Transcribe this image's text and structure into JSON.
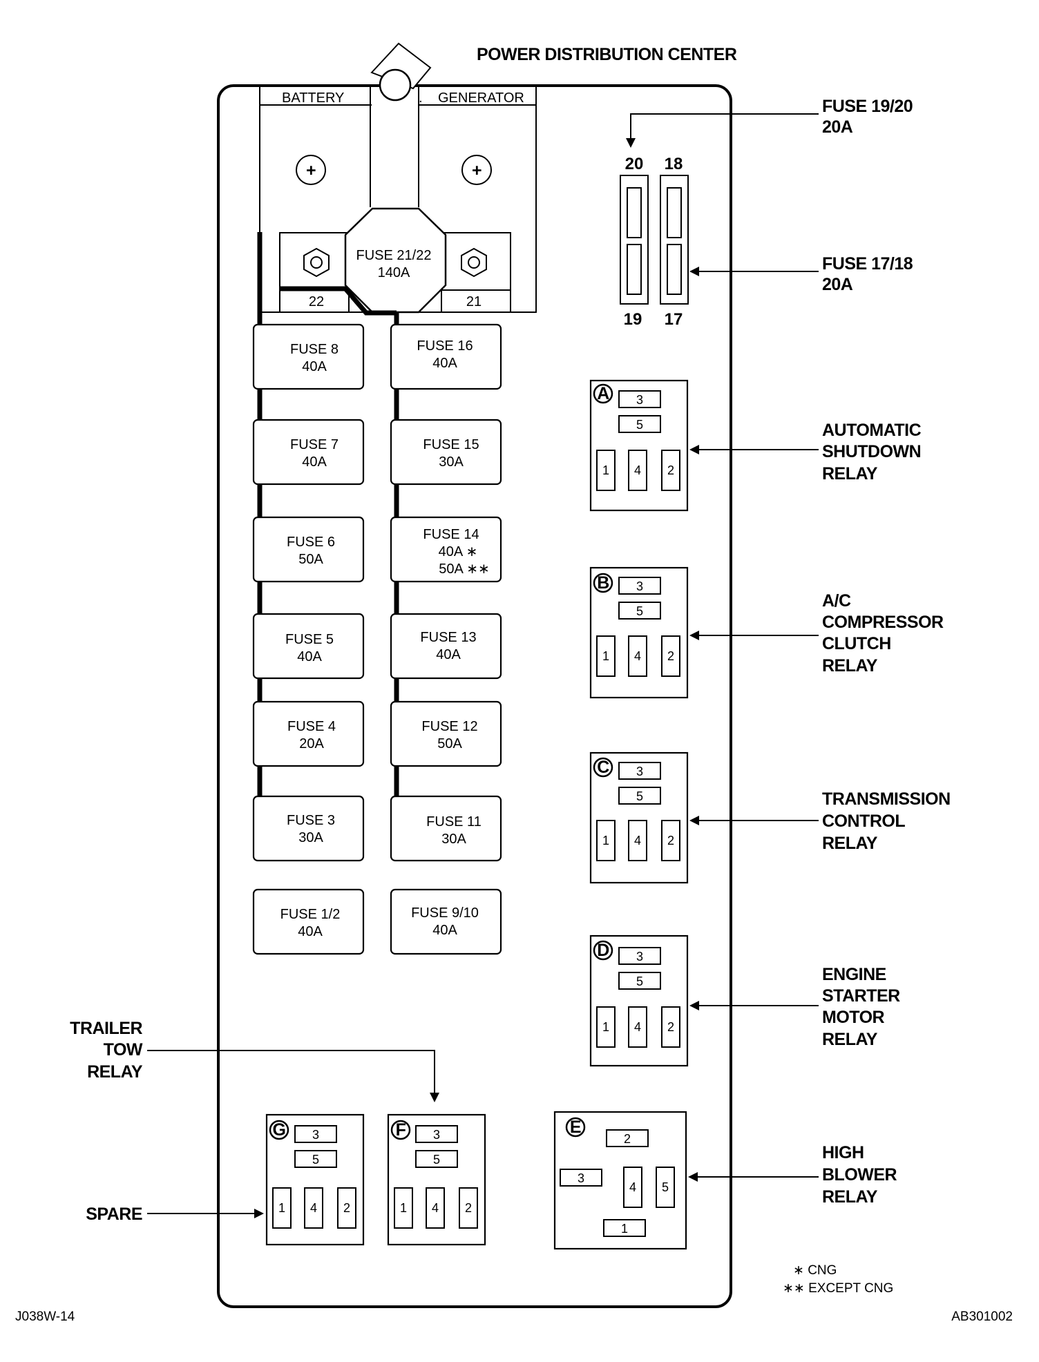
{
  "title": "POWER DISTRIBUTION CENTER",
  "battery_label": "BATTERY",
  "generator_label": "GENERATOR",
  "plus_symbol": "+",
  "main_fuse": {
    "name": "FUSE 21/22",
    "rating": "140A",
    "left_terminal": "22",
    "right_terminal": "21"
  },
  "fuses": [
    {
      "name": "FUSE 8",
      "rating": "40A"
    },
    {
      "name": "FUSE 7",
      "rating": "40A"
    },
    {
      "name": "FUSE 6",
      "rating": "50A"
    },
    {
      "name": "FUSE 5",
      "rating": "40A"
    },
    {
      "name": "FUSE 4",
      "rating": "20A"
    },
    {
      "name": "FUSE 3",
      "rating": "30A"
    },
    {
      "name": "FUSE 1/2",
      "rating": "40A"
    },
    {
      "name": "FUSE 16",
      "rating": "40A"
    },
    {
      "name": "FUSE 15",
      "rating": "30A"
    },
    {
      "name": "FUSE 14",
      "rating": "40A ∗",
      "rating2": "50A ∗∗"
    },
    {
      "name": "FUSE 13",
      "rating": "40A"
    },
    {
      "name": "FUSE 12",
      "rating": "50A"
    },
    {
      "name": "FUSE 11",
      "rating": "30A"
    },
    {
      "name": "FUSE 9/10",
      "rating": "40A"
    }
  ],
  "mini_fuse_numbers": {
    "top_left": "20",
    "top_right": "18",
    "bottom_left": "19",
    "bottom_right": "17"
  },
  "relay_pins": {
    "p1": "1",
    "p2": "2",
    "p3": "3",
    "p4": "4",
    "p5": "5"
  },
  "relays": [
    {
      "letter": "A"
    },
    {
      "letter": "B"
    },
    {
      "letter": "C"
    },
    {
      "letter": "D"
    },
    {
      "letter": "G"
    },
    {
      "letter": "F"
    },
    {
      "letter": "E"
    }
  ],
  "callouts": {
    "fuse_19_20": [
      "FUSE 19/20",
      "20A"
    ],
    "fuse_17_18": [
      "FUSE 17/18",
      "20A"
    ],
    "auto_shutdown": [
      "AUTOMATIC",
      "SHUTDOWN",
      "RELAY"
    ],
    "ac_compressor": [
      "A/C",
      "COMPRESSOR",
      "CLUTCH",
      "RELAY"
    ],
    "transmission": [
      "TRANSMISSION",
      "CONTROL",
      "RELAY"
    ],
    "starter": [
      "ENGINE",
      "STARTER",
      "MOTOR",
      "RELAY"
    ],
    "high_blower": [
      "HIGH",
      "BLOWER",
      "RELAY"
    ],
    "trailer_tow": [
      "TRAILER",
      "TOW",
      "RELAY"
    ],
    "spare": "SPARE"
  },
  "legend": {
    "cng": "∗ CNG",
    "except_cng": "∗∗ EXCEPT CNG"
  },
  "codes": {
    "left": "J038W-14",
    "right": "AB301002"
  }
}
